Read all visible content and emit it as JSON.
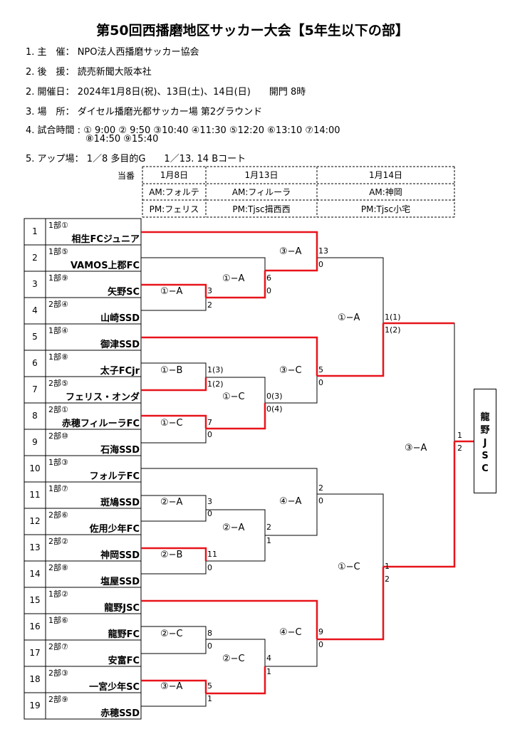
{
  "title": "第50回西播磨地区サッカー大会【5年生以下の部】",
  "info": [
    {
      "label": "1. 主　催：",
      "value": "NPO法人西播磨サッカー協会"
    },
    {
      "label": "2. 後　援：",
      "value": "読売新聞大阪本社"
    },
    {
      "label": "2. 開催日：",
      "value": "2024年1月8日(祝)、13日(土)、14日(日)　　開門  8時"
    },
    {
      "label": "3. 場　所：",
      "value": "ダイセル播磨光都サッカー場  第2グラウンド"
    },
    {
      "label": "4. 試合時間 :",
      "value": "① 9:00 ② 9:50 ③10:40 ④11:30 ⑤12:20 ⑥13:10 ⑦14:00"
    },
    {
      "label": "",
      "value": "⑧14:50 ⑨15:40"
    },
    {
      "label": "5. アップ場：",
      "value": "1／8  多目的G　　1／13. 14  Bコート"
    }
  ],
  "duty_label": "当番",
  "schedule": [
    {
      "date": "1月8日",
      "am": "AM:フォルテ",
      "pm": "PM:フェリス"
    },
    {
      "date": "1月13日",
      "am": "AM:フィルーラ",
      "pm": "PM:Tjsc揖西西"
    },
    {
      "date": "1月14日",
      "am": "AM:神岡",
      "pm": "PM:Tjsc小宅"
    }
  ],
  "teams": [
    {
      "no": "1",
      "rank": "1部①",
      "name": "相生FCジュニア"
    },
    {
      "no": "2",
      "rank": "1部⑤",
      "name": "VAMOS上郡FC"
    },
    {
      "no": "3",
      "rank": "1部⑨",
      "name": "矢野SC"
    },
    {
      "no": "4",
      "rank": "2部④",
      "name": "山崎SSD"
    },
    {
      "no": "5",
      "rank": "1部④",
      "name": "御津SSD"
    },
    {
      "no": "6",
      "rank": "1部⑧",
      "name": "太子FCjr"
    },
    {
      "no": "7",
      "rank": "2部⑤",
      "name": "フェリス・オンダ"
    },
    {
      "no": "8",
      "rank": "2部①",
      "name": "赤穂フィルーラFC"
    },
    {
      "no": "9",
      "rank": "2部⑩",
      "name": "石海SSD"
    },
    {
      "no": "10",
      "rank": "1部③",
      "name": "フォルテFC"
    },
    {
      "no": "11",
      "rank": "1部⑦",
      "name": "斑鳩SSD"
    },
    {
      "no": "12",
      "rank": "2部⑥",
      "name": "佐用少年FC"
    },
    {
      "no": "13",
      "rank": "2部②",
      "name": "神岡SSD"
    },
    {
      "no": "14",
      "rank": "2部⑧",
      "name": "塩屋SSD"
    },
    {
      "no": "15",
      "rank": "1部②",
      "name": "龍野JSC"
    },
    {
      "no": "16",
      "rank": "1部⑥",
      "name": "龍野FC"
    },
    {
      "no": "17",
      "rank": "2部⑦",
      "name": "安富FC"
    },
    {
      "no": "18",
      "rank": "2部③",
      "name": "一宮少年SC"
    },
    {
      "no": "19",
      "rank": "2部⑨",
      "name": "赤穂SSD"
    }
  ],
  "match_labels": [
    "①−A",
    "①−B",
    "①−C",
    "②−A",
    "②−B",
    "②−C",
    "③−A",
    "①−A",
    "①−C",
    "②−A",
    "②−C",
    "③−A",
    "③−C",
    "④−A",
    "④−C",
    "①−A",
    "①−C",
    "③−A"
  ],
  "scores": [
    "3",
    "2",
    "1(3)",
    "1(2)",
    "7",
    "0",
    "3",
    "0",
    "11",
    "0",
    "8",
    "0",
    "5",
    "1",
    "6",
    "0",
    "0(3)",
    "0(4)",
    "2",
    "1",
    "4",
    "1",
    "13",
    "0",
    "5",
    "0",
    "2",
    "0",
    "9",
    "0",
    "1(1)",
    "1(2)",
    "1",
    "2",
    "1",
    "2"
  ],
  "winner": [
    "龍",
    "野",
    "J",
    "S",
    "C"
  ],
  "colors": {
    "win_line": "#e8141b",
    "line": "#000000"
  }
}
